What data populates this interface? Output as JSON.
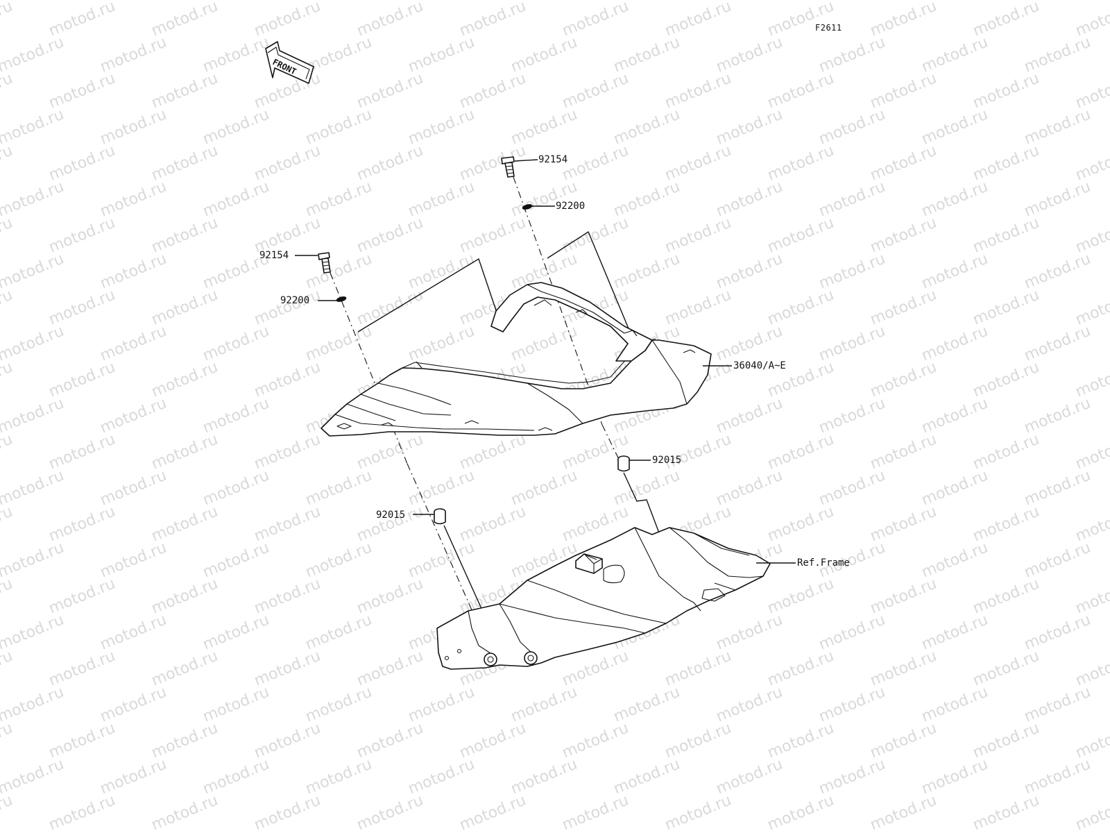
{
  "diagram_code": "F2611",
  "front_arrow_label": "FRONT",
  "watermark": "motod.ru",
  "callouts": {
    "bolt_top": "92154",
    "washer_top": "92200",
    "bolt_left": "92154",
    "washer_left": "92200",
    "seat_cover": "36040/A~E",
    "collar_right": "92015",
    "collar_left": "92015",
    "frame": "Ref.Frame"
  }
}
